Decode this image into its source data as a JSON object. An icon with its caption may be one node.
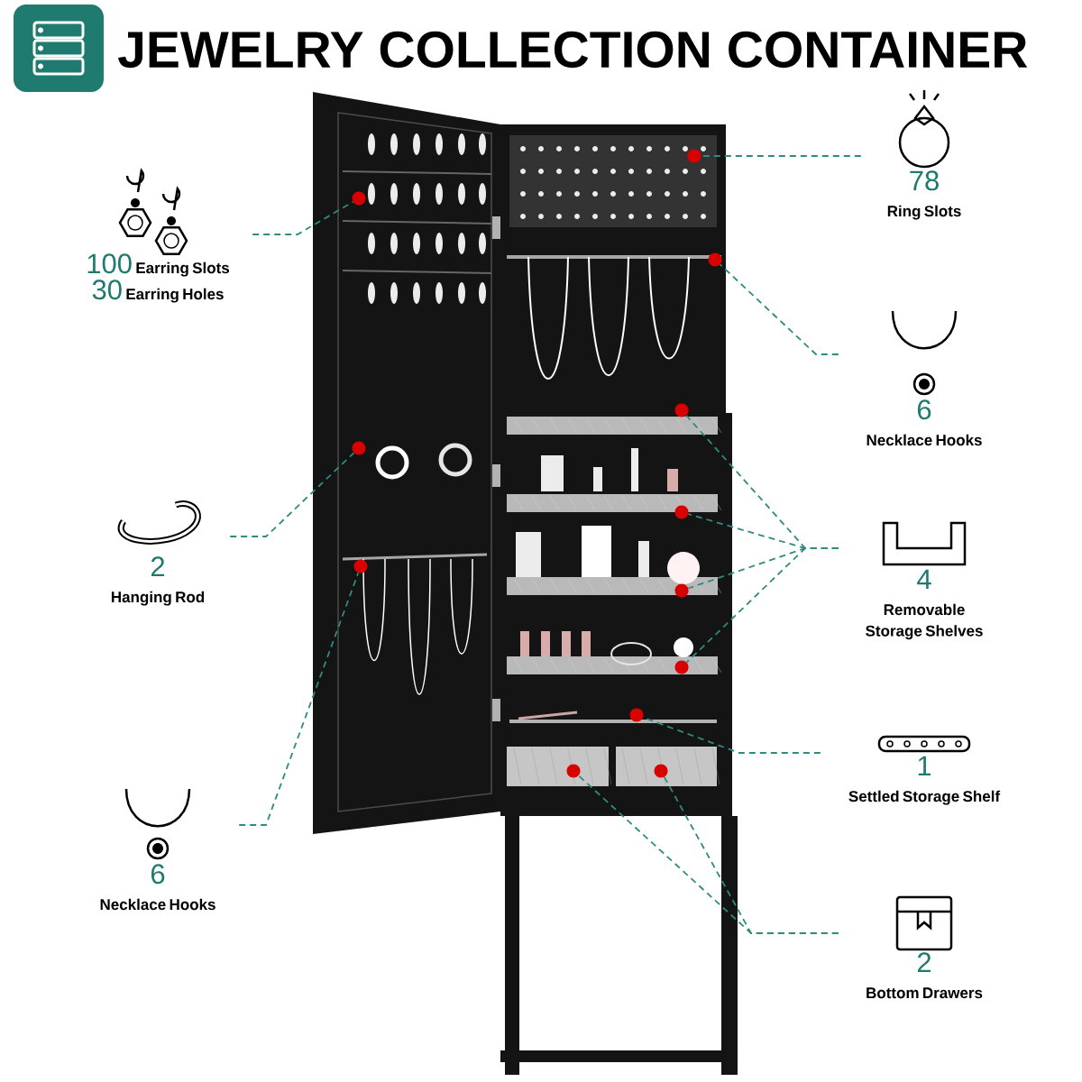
{
  "diagram": {
    "title": "JEWELRY COLLECTION CONTAINER",
    "nodes": [
      {
        "text": [
          "100",
          "Earring Slots",
          "30",
          "Earring Holes"
        ]
      },
      {
        "text": [
          "78",
          "Ring Slots"
        ]
      },
      {
        "text": [
          "6",
          "Necklace Hooks"
        ]
      },
      {
        "text": [
          "2",
          "Hanging Rod"
        ]
      },
      {
        "text": [
          "4",
          "Removable Storage Shelves"
        ]
      },
      {
        "text": [
          "1",
          "Settled Storage Shelf"
        ]
      },
      {
        "text": [
          "6",
          "Necklace Hooks"
        ]
      },
      {
        "text": [
          "2",
          "Bottom Drawers"
        ]
      },
      {
        "text": [],
        "shape": "circle"
      },
      {
        "text": [],
        "shape": "circle"
      },
      {
        "text": [],
        "shape": "circle"
      },
      {
        "text": [],
        "shape": "circle"
      },
      {
        "text": [],
        "shape": "circle"
      },
      {
        "text": [],
        "shape": "circle"
      },
      {
        "text": [],
        "shape": "circle"
      },
      {
        "text": [],
        "shape": "circle"
      },
      {
        "text": [],
        "shape": "circle"
      },
      {
        "text": [],
        "shape": "circle"
      },
      {
        "text": [],
        "shape": "circle"
      },
      {
        "text": [],
        "shape": "circle"
      }
    ],
    "edges": [
      {
        "from": 0,
        "to": 8,
        "arrow": "none",
        "style": "dashed"
      },
      {
        "from": 1,
        "to": 9,
        "arrow": "none",
        "style": "dashed"
      },
      {
        "from": 2,
        "to": 10,
        "arrow": "none",
        "style": "dashed"
      },
      {
        "from": 3,
        "to": 11,
        "arrow": "none",
        "style": "dashed"
      },
      {
        "from": 4,
        "to": 12,
        "arrow": "none",
        "style": "dashed"
      },
      {
        "from": 4,
        "to": 13,
        "arrow": "none",
        "style": "dashed"
      },
      {
        "from": 4,
        "to": 14,
        "arrow": "none",
        "style": "dashed"
      },
      {
        "from": 4,
        "to": 15,
        "arrow": "none",
        "style": "dashed"
      },
      {
        "from": 5,
        "to": 16,
        "arrow": "none",
        "style": "dashed"
      },
      {
        "from": 6,
        "to": 17,
        "arrow": "none",
        "style": "dashed"
      },
      {
        "from": 7,
        "to": 18,
        "arrow": "none",
        "style": "dashed"
      },
      {
        "from": 7,
        "to": 19,
        "arrow": "none",
        "style": "dashed"
      }
    ]
  }
}
